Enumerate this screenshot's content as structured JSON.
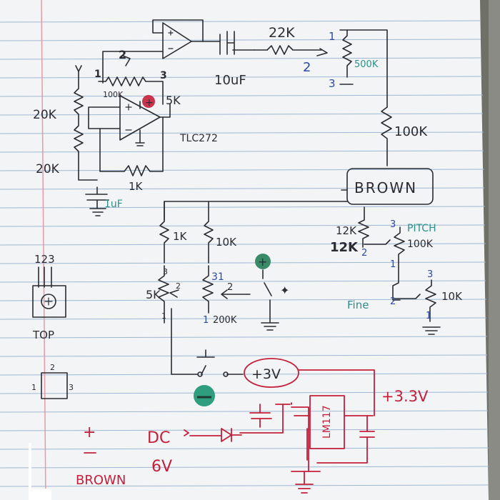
{
  "colors": {
    "paper": "#f3f4f6",
    "ink": "#2b2b31",
    "blue_ink": "#2c4aa0",
    "green_ink": "#2f8f88",
    "red_ink": "#c41f3a",
    "rule": "#9fb7d3",
    "margin": "#e59aa6"
  },
  "labels": {
    "r_22k": "22K",
    "pin_1_top": "1",
    "pin_2_top": "2",
    "pin_3_top": "3",
    "pot_500k": "500K",
    "cap_10uf": "10uF",
    "r_100k_right": "100K",
    "brown": "BROWN",
    "r_20k_a": "20K",
    "r_20k_b": "20K",
    "pot_100k_small": "100K",
    "pot_5k_top": "5K",
    "opamp_part": "TLC272",
    "r_1k_feedback": "1K",
    "cap_1uf": "1uF",
    "pin1_a": "1",
    "pin2_a": "2",
    "pin3_a": "3",
    "r_1k_mid": "1K",
    "r_10k_mid": "10K",
    "pot_5k_mid": "5K",
    "pot_200k": "200K",
    "pin3_b": "3",
    "pin2_b": "2",
    "pin1_b": "1",
    "pin31_c": "31",
    "pin2_c": "2",
    "pin1_c": "1",
    "r_12k": "12K",
    "r_12k_struck": "12K",
    "pitch": "PITCH",
    "pot_100k_pitch": "100K",
    "pin3_p": "3",
    "pin2_p": "2",
    "pin1_p": "1",
    "fine": "Fine",
    "pin3_f": "3",
    "pin2_f": "2",
    "pin1_f": "1",
    "pot_10k_fine": "10K",
    "pkg_123": "123",
    "top": "TOP",
    "pkg_pin1": "1",
    "pkg_pin2": "2",
    "pkg_pin3": "3",
    "plus_3v": "+3V",
    "plus_3_3v": "+3.3V",
    "dc_6v_1": "DC",
    "dc_6v_2": "6V",
    "minus_brown": "BROWN",
    "reg_part": "LM117"
  }
}
